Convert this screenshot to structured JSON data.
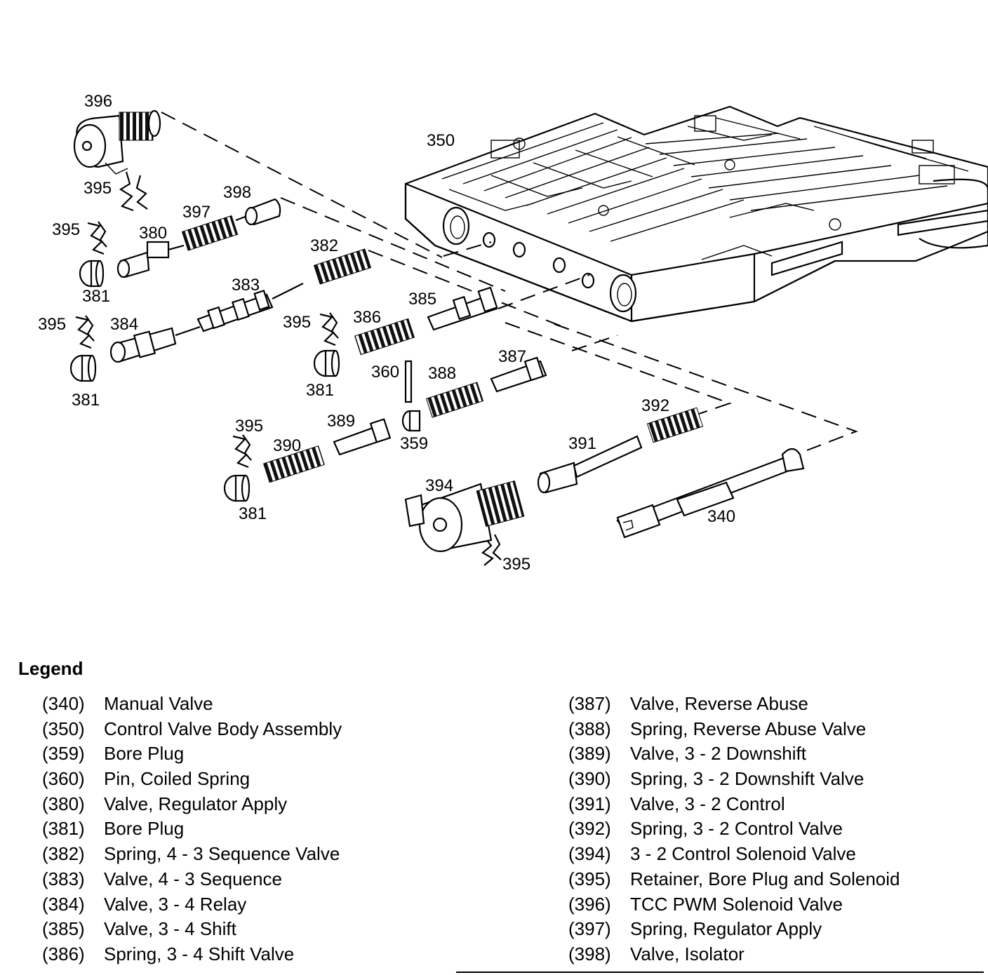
{
  "diagram": {
    "callouts": [
      {
        "id": "c396",
        "text": "396"
      },
      {
        "id": "c350",
        "text": "350"
      },
      {
        "id": "c395a",
        "text": "395"
      },
      {
        "id": "c398",
        "text": "398"
      },
      {
        "id": "c397",
        "text": "397"
      },
      {
        "id": "c395b",
        "text": "395"
      },
      {
        "id": "c380",
        "text": "380"
      },
      {
        "id": "c382",
        "text": "382"
      },
      {
        "id": "c381a",
        "text": "381"
      },
      {
        "id": "c383",
        "text": "383"
      },
      {
        "id": "c395c",
        "text": "395"
      },
      {
        "id": "c384",
        "text": "384"
      },
      {
        "id": "c385",
        "text": "385"
      },
      {
        "id": "c395d",
        "text": "395"
      },
      {
        "id": "c386",
        "text": "386"
      },
      {
        "id": "c387",
        "text": "387"
      },
      {
        "id": "c360",
        "text": "360"
      },
      {
        "id": "c388",
        "text": "388"
      },
      {
        "id": "c381b",
        "text": "381"
      },
      {
        "id": "c381c",
        "text": "381"
      },
      {
        "id": "c392",
        "text": "392"
      },
      {
        "id": "c395e",
        "text": "395"
      },
      {
        "id": "c389",
        "text": "389"
      },
      {
        "id": "c390",
        "text": "390"
      },
      {
        "id": "c359",
        "text": "359"
      },
      {
        "id": "c391",
        "text": "391"
      },
      {
        "id": "c394",
        "text": "394"
      },
      {
        "id": "c381d",
        "text": "381"
      },
      {
        "id": "c340",
        "text": "340"
      },
      {
        "id": "c395f",
        "text": "395"
      }
    ]
  },
  "legend": {
    "title": "Legend",
    "left": [
      {
        "num": "(340)",
        "desc": "Manual Valve"
      },
      {
        "num": "(350)",
        "desc": "Control Valve Body Assembly"
      },
      {
        "num": "(359)",
        "desc": "Bore Plug"
      },
      {
        "num": "(360)",
        "desc": "Pin, Coiled Spring"
      },
      {
        "num": "(380)",
        "desc": "Valve, Regulator Apply"
      },
      {
        "num": "(381)",
        "desc": "Bore Plug"
      },
      {
        "num": "(382)",
        "desc": "Spring, 4 - 3 Sequence Valve"
      },
      {
        "num": "(383)",
        "desc": "Valve, 4 - 3 Sequence"
      },
      {
        "num": "(384)",
        "desc": "Valve, 3 - 4 Relay"
      },
      {
        "num": "(385)",
        "desc": "Valve, 3 - 4 Shift"
      },
      {
        "num": "(386)",
        "desc": "Spring, 3 - 4 Shift Valve"
      }
    ],
    "right": [
      {
        "num": "(387)",
        "desc": "Valve, Reverse Abuse"
      },
      {
        "num": "(388)",
        "desc": "Spring, Reverse Abuse Valve"
      },
      {
        "num": "(389)",
        "desc": "Valve, 3 - 2 Downshift"
      },
      {
        "num": "(390)",
        "desc": "Spring, 3 - 2 Downshift Valve"
      },
      {
        "num": "(391)",
        "desc": "Valve, 3 - 2 Control"
      },
      {
        "num": "(392)",
        "desc": "Spring, 3 - 2 Control Valve"
      },
      {
        "num": "(394)",
        "desc": "3 - 2 Control Solenoid Valve"
      },
      {
        "num": "(395)",
        "desc": "Retainer, Bore Plug and Solenoid"
      },
      {
        "num": "(396)",
        "desc": "TCC PWM Solenoid Valve"
      },
      {
        "num": "(397)",
        "desc": "Spring, Regulator Apply"
      },
      {
        "num": "(398)",
        "desc": "Valve, Isolator"
      }
    ]
  }
}
